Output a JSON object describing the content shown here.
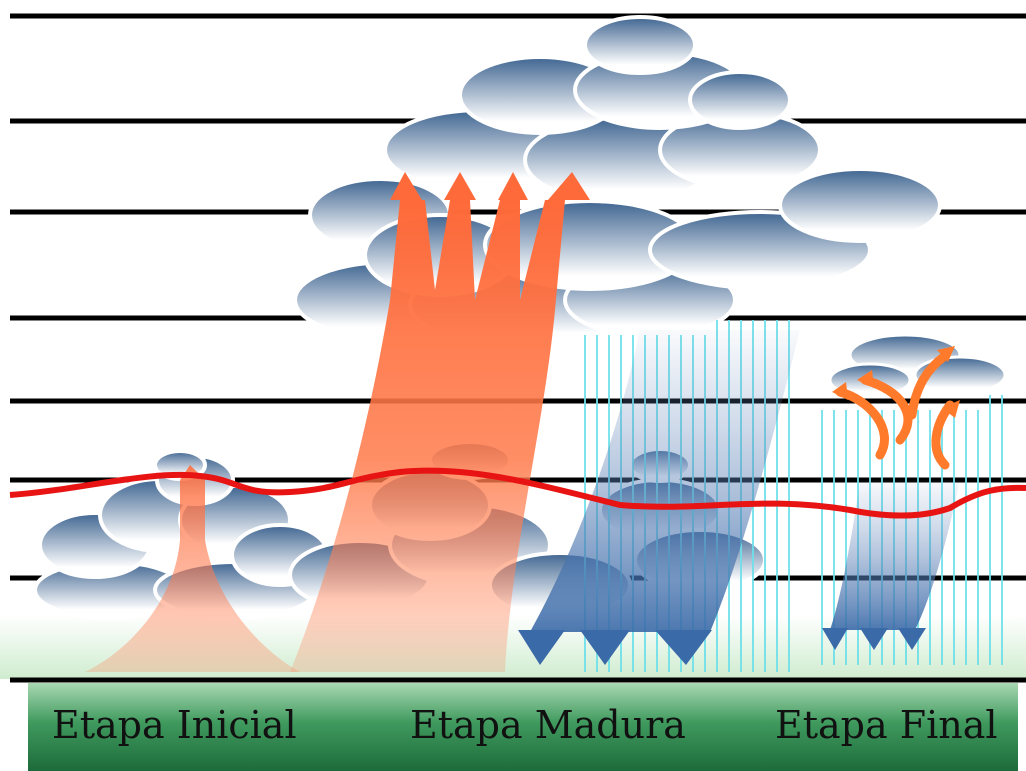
{
  "stages": [
    {
      "label": "Etapa Inicial"
    },
    {
      "label": "Etapa Madura"
    },
    {
      "label": "Etapa Final"
    }
  ],
  "colors": {
    "cloud_dark": "#3f6591",
    "cloud_light": "#ffffff",
    "updraft": "#ff6a3a",
    "downdraft": "#3a6aa8",
    "rain": "#6fe0ea",
    "freezing_line": "#e81414",
    "ground_top": "#c2e6c6",
    "ground_dark": "#1d6b3a",
    "altitude_lines": "#000000"
  }
}
